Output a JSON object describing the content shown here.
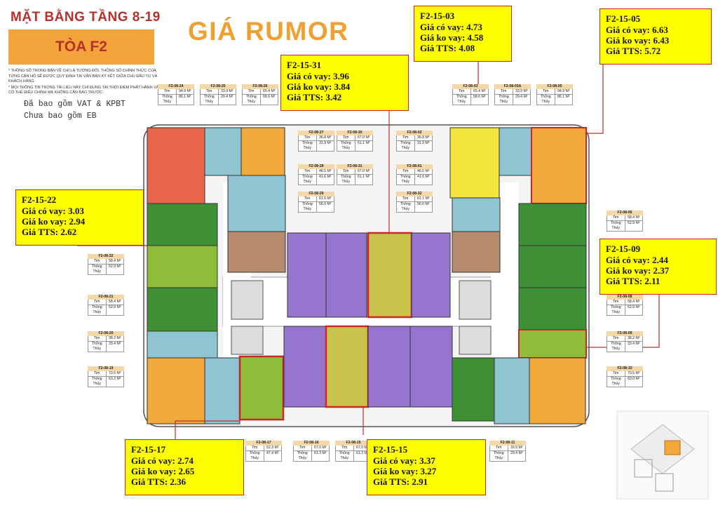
{
  "header": {
    "title": "MẶT BẰNG TẦNG 8-19",
    "tower": "TÒA F2",
    "notes": [
      "* THÔNG SỐ TRONG BẢN VẼ CHỈ LÀ TƯƠNG ĐỐI, THÔNG SỐ CHÍNH THỨC CỦA TỪNG CĂN HỘ SẼ ĐƯỢC QUY ĐỊNH TẠI VĂN BẢN KÝ KẾT GIỮA CHỦ ĐẦU TƯ VÀ KHÁCH HÀNG.",
      "* MỌI THÔNG TIN TRONG TÀI LIỆU NÀY CHỈ ĐÚNG TẠI THỜI ĐIỂM PHÁT HÀNH VÀ CÓ THỂ ĐIỀU CHỈNH MÀ KHÔNG CẦN BÁO TRƯỚC."
    ],
    "vat_line1": "Đã bao gồm VAT & KPBT",
    "vat_line2": "Chưa bao gồm EB",
    "price_title": "GIÁ RUMOR"
  },
  "labels": {
    "tim": "Tim",
    "thong_thuy": "Thông Thủy"
  },
  "callouts": [
    {
      "code": "F2-15-03",
      "co_vay": "Giá có vay: 4.73",
      "ko_vay": "Giá ko vay: 4.58",
      "tts": "Giá TTS: 4.08"
    },
    {
      "code": "F2-15-05",
      "co_vay": "Giá có vay: 6.63",
      "ko_vay": "Giá ko vay: 6.43",
      "tts": "Giá TTS: 5.72"
    },
    {
      "code": "F2-15-31",
      "co_vay": "Giá có vay: 3.96",
      "ko_vay": "Giá ko vay: 3.84",
      "tts": "Giá TTS: 3.42"
    },
    {
      "code": "F2-15-22",
      "co_vay": "Giá có vay: 3.03",
      "ko_vay": "Giá ko vay: 2.94",
      "tts": "Giá TTS: 2.62"
    },
    {
      "code": "F2-15-09",
      "co_vay": "Giá có vay: 2.44",
      "ko_vay": "Giá ko vay: 2.37",
      "tts": "Giá TTS: 2.11"
    },
    {
      "code": "F2-15-17",
      "co_vay": "Giá có vay: 2.74",
      "ko_vay": "Giá ko vay: 2.65",
      "tts": "Giá TTS: 2.36"
    },
    {
      "code": "F2-15-15",
      "co_vay": "Giá có vay: 3.37",
      "ko_vay": "Giá ko vay: 3.27",
      "tts": "Giá TTS: 2.91"
    }
  ],
  "units": [
    {
      "id": "F2-08-24",
      "tim": "94.9 M²",
      "tt": "86.1 M²"
    },
    {
      "id": "F2-08-25",
      "tim": "33.9 M²",
      "tt": "29.4 M²"
    },
    {
      "id": "F2-08-26",
      "tim": "65.4 M²",
      "tt": "58.6 M²"
    },
    {
      "id": "F2-08-27",
      "tim": "36.8 M²",
      "tt": "31.9 M²"
    },
    {
      "id": "F2-08-28",
      "tim": "46.5 M²",
      "tt": "41.6 M²"
    },
    {
      "id": "F2-08-29",
      "tim": "61.6 M²",
      "tt": "56.0 M²"
    },
    {
      "id": "F2-08-30",
      "tim": "67.0 M²",
      "tt": "61.1 M²"
    },
    {
      "id": "F2-08-31",
      "tim": "67.0 M²",
      "tt": "61.1 M²"
    },
    {
      "id": "F2-08-02",
      "tim": "36.8 M²",
      "tt": "31.9 M²"
    },
    {
      "id": "F2-08-01",
      "tim": "46.5 M²",
      "tt": "41.6 M²"
    },
    {
      "id": "F2-08-32",
      "tim": "61.1 M²",
      "tt": "56.0 M²"
    },
    {
      "id": "F2-08-03",
      "tim": "65.4 M²",
      "tt": "58.6 M²"
    },
    {
      "id": "F2-08-03A",
      "tim": "33.9 M²",
      "tt": "29.4 M²"
    },
    {
      "id": "F2-08-05",
      "tim": "94.9 M²",
      "tt": "86.1 M²"
    },
    {
      "id": "F2-08-06",
      "tim": "58.4 M²",
      "tt": "52.9 M²"
    },
    {
      "id": "F2-08-22",
      "tim": "58.4 M²",
      "tt": "52.9 M²"
    },
    {
      "id": "F2-08-21",
      "tim": "58.4 M²",
      "tt": "52.9 M²"
    },
    {
      "id": "F2-08-08",
      "tim": "58.4 M²",
      "tt": "52.9 M²"
    },
    {
      "id": "F2-08-20",
      "tim": "38.2 M²",
      "tt": "33.4 M²"
    },
    {
      "id": "F2-08-09",
      "tim": "38.2 M²",
      "tt": "33.4 M²"
    },
    {
      "id": "F2-08-19",
      "tim": "70.5 M²",
      "tt": "63.3 M²"
    },
    {
      "id": "F2-08-10",
      "tim": "70.5 M²",
      "tt": "63.0 M²"
    },
    {
      "id": "F2-08-17",
      "tim": "52.3 M²",
      "tt": "47.4 M²"
    },
    {
      "id": "F2-08-16",
      "tim": "67.0 M²",
      "tt": "61.3 M²"
    },
    {
      "id": "F2-08-15",
      "tim": "67.0 M²",
      "tt": "61.3 M²"
    },
    {
      "id": "F2-08-11",
      "tim": "33.9 M²",
      "tt": "29.4 M²"
    }
  ],
  "colors": {
    "red": "#e8654a",
    "orange": "#f2a93b",
    "blue": "#8fc4d3",
    "brown": "#b88a6e",
    "green": "#3f8f35",
    "purple": "#9575cd",
    "yellow": "#f2e43a",
    "lime": "#8fbd3a",
    "highlight": "#c8282a",
    "callout": "#ffff00"
  }
}
